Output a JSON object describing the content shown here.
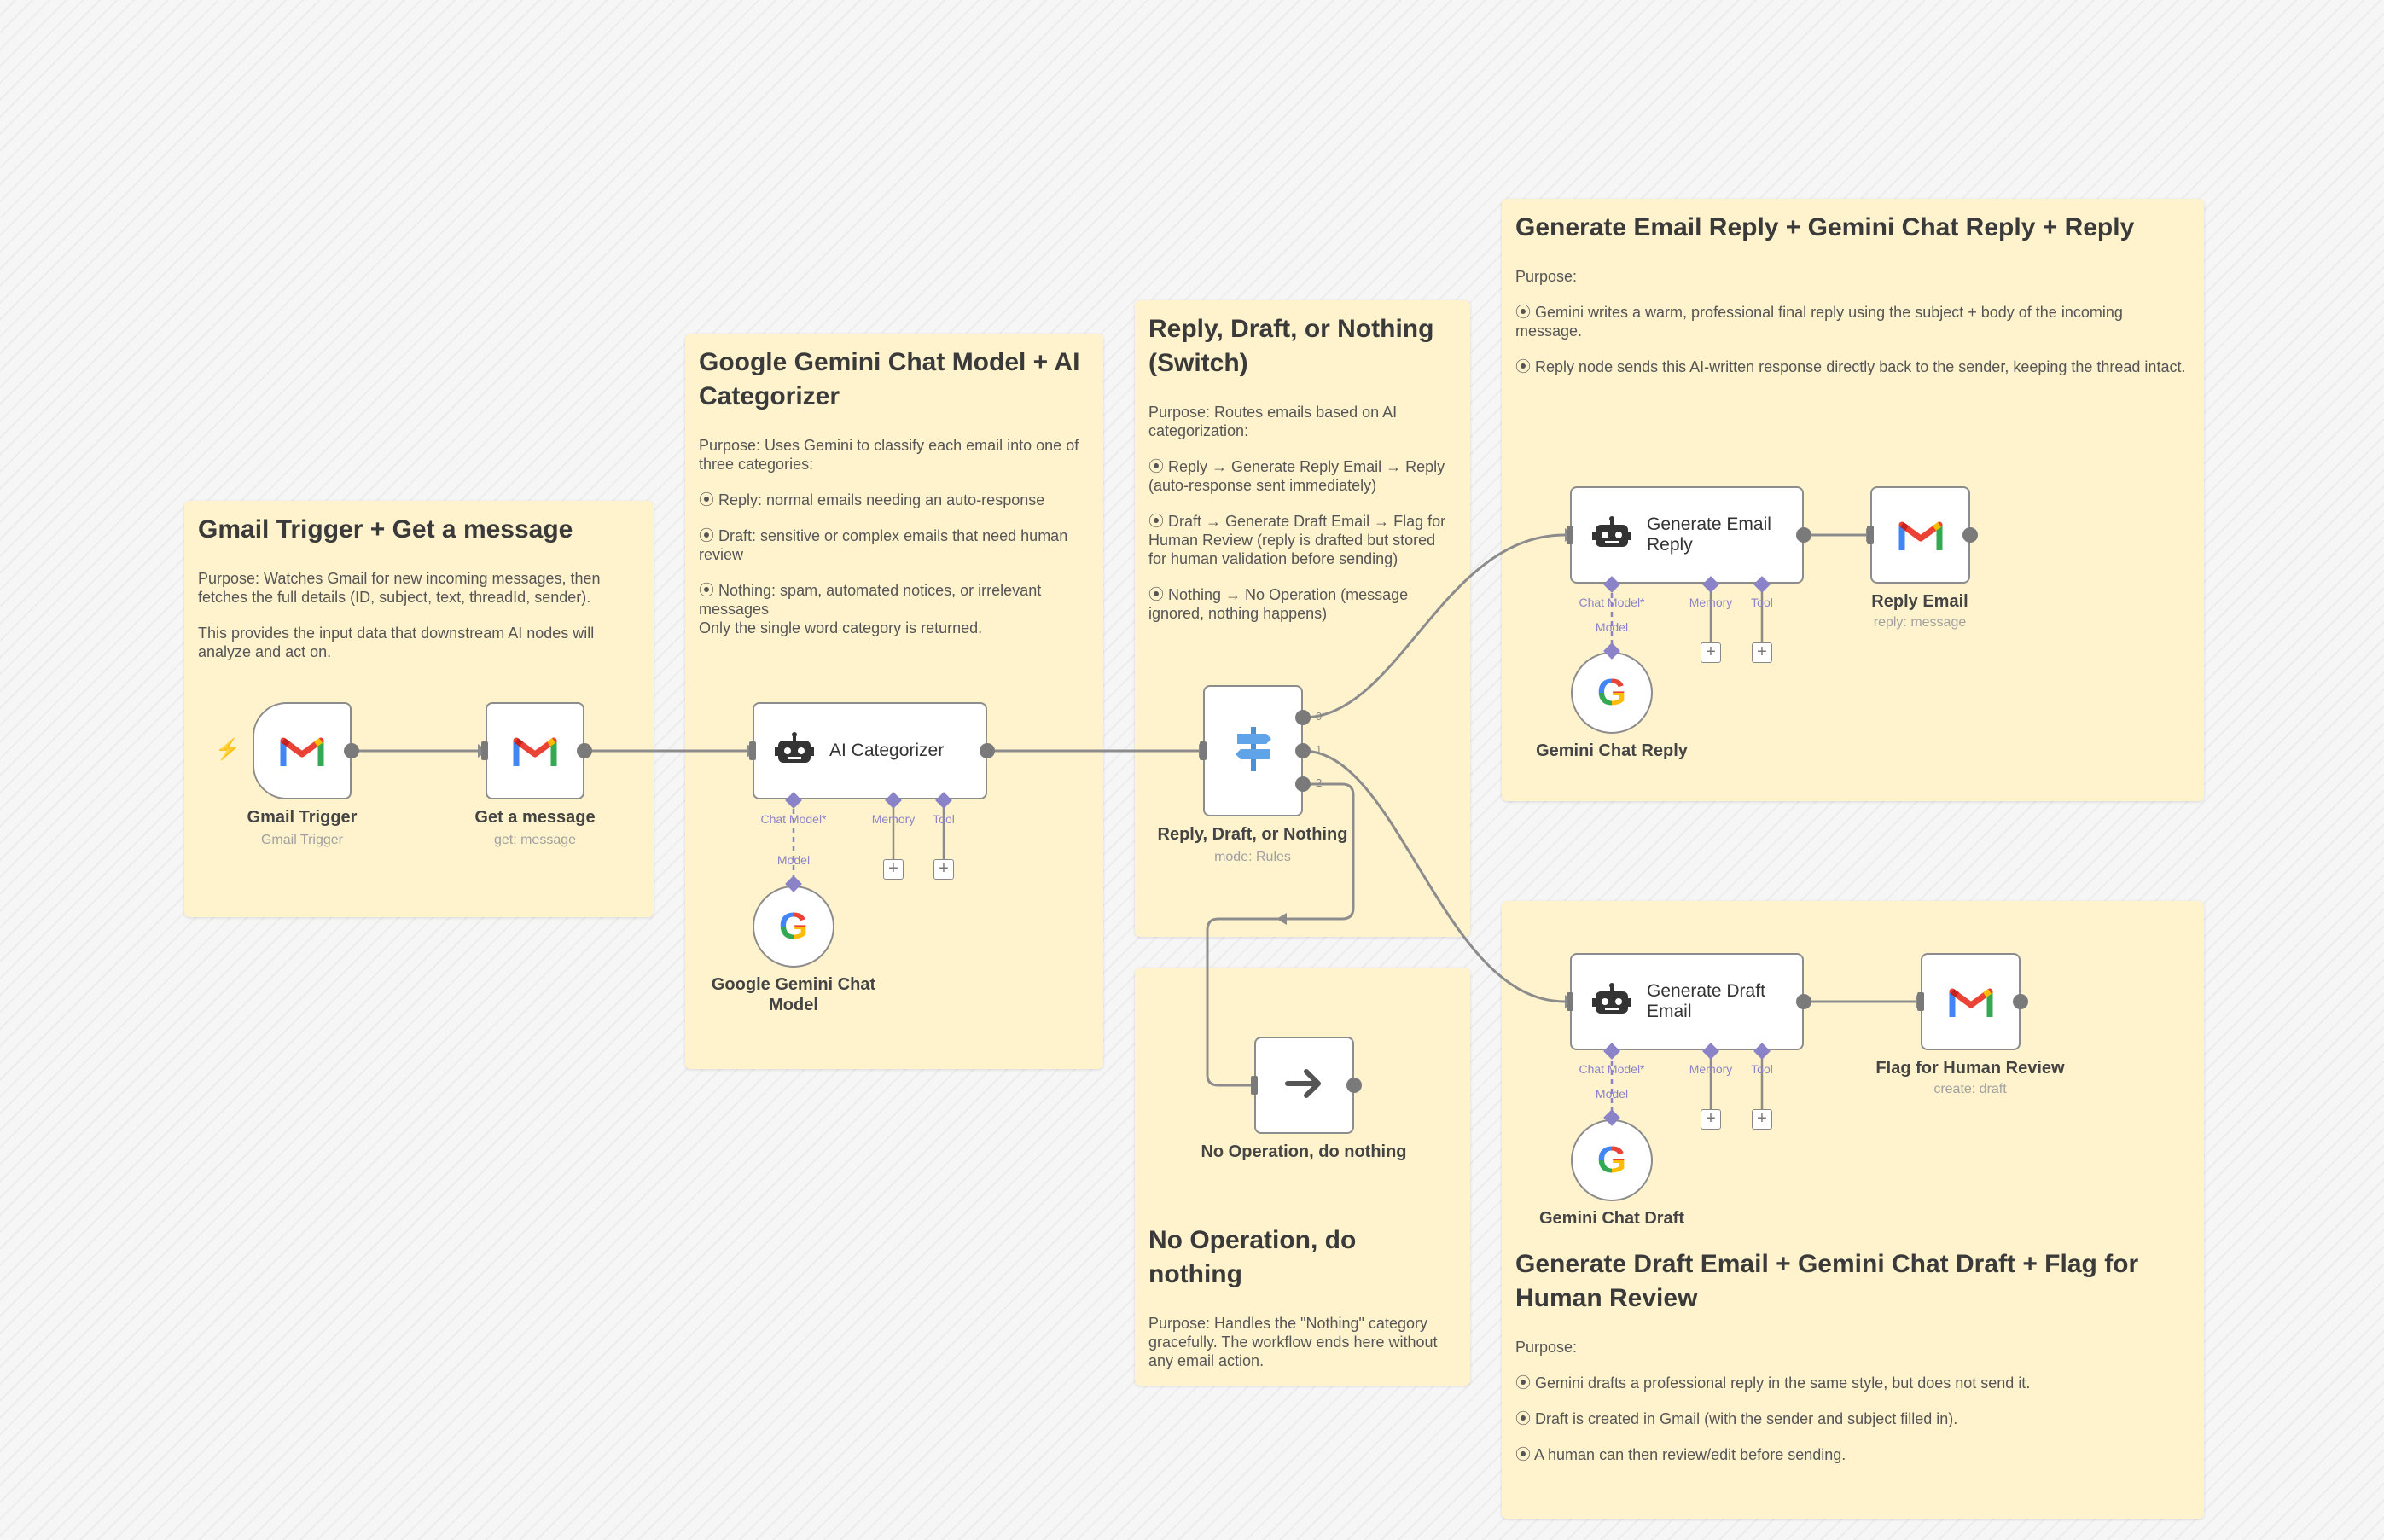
{
  "colors": {
    "sticky": "#fff3cd",
    "wire": "#8c8c8c",
    "ai_port": "#8b83c7",
    "trigger_bolt": "#ff6d5a"
  },
  "stickies": {
    "s1": {
      "title": "Gmail Trigger + Get a message",
      "lines": [
        "Purpose: Watches Gmail for new incoming messages, then fetches the full details (ID, subject, text, threadId, sender).",
        "This provides the input data that downstream AI nodes will analyze and act on."
      ]
    },
    "s2": {
      "title": "Google Gemini Chat Model + AI Categorizer",
      "lines": [
        "Purpose: Uses Gemini to classify each email into one of three categories:",
        "Reply: normal emails needing an auto-response",
        "Draft: sensitive or complex emails that need human review",
        "Nothing: spam, automated notices, or irrelevant messages",
        "Only the single word category is returned."
      ]
    },
    "s3": {
      "title": "Reply, Draft, or Nothing (Switch)",
      "lines": [
        "Purpose: Routes emails based on AI categorization:",
        "Reply → Generate Reply Email → Reply (auto-response sent immediately)",
        "Draft → Generate Draft Email → Flag for Human Review (reply is drafted but stored for human validation before sending)",
        "Nothing → No Operation (message ignored, nothing happens)"
      ]
    },
    "s4": {
      "title": "Generate Email Reply + Gemini Chat Reply + Reply",
      "lines": [
        "Purpose:",
        "Gemini writes a warm, professional final reply using the subject + body of the incoming message.",
        "Reply node sends this AI-written response directly back to the sender, keeping the thread intact."
      ]
    },
    "s5": {
      "title": "No Operation, do nothing",
      "lines": [
        "Purpose: Handles the \"Nothing\" category gracefully. The workflow ends here without any email action."
      ]
    },
    "s6": {
      "title": "Generate Draft Email + Gemini Chat Draft + Flag for Human Review",
      "lines": [
        "Purpose:",
        "Gemini drafts a professional reply in the same style, but does not send it.",
        "Draft is created in Gmail (with the sender and subject filled in).",
        "A human can then review/edit before sending."
      ]
    }
  },
  "nodes": {
    "gmail_trigger": {
      "name": "Gmail Trigger",
      "sub": "Gmail Trigger",
      "icon": "gmail-icon"
    },
    "get_message": {
      "name": "Get a message",
      "sub": "get: message",
      "icon": "gmail-icon"
    },
    "ai_categorizer": {
      "name": "AI Categorizer",
      "icon": "robot-icon"
    },
    "gemini_chat_model": {
      "name": "Google Gemini Chat Model",
      "icon": "google-icon"
    },
    "switch": {
      "name": "Reply, Draft, or Nothing",
      "sub": "mode: Rules",
      "icon": "signpost-icon",
      "outputs": [
        "0",
        "1",
        "2"
      ]
    },
    "gen_reply": {
      "name": "Generate Email Reply",
      "icon": "robot-icon"
    },
    "gemini_reply": {
      "name": "Gemini Chat Reply",
      "icon": "google-icon"
    },
    "reply_email": {
      "name": "Reply Email",
      "sub": "reply: message",
      "icon": "gmail-icon"
    },
    "noop": {
      "name": "No Operation, do nothing",
      "icon": "arrow-right-icon"
    },
    "gen_draft": {
      "name": "Generate Draft Email",
      "icon": "robot-icon"
    },
    "gemini_draft": {
      "name": "Gemini Chat Draft",
      "icon": "google-icon"
    },
    "flag_review": {
      "name": "Flag for Human Review",
      "sub": "create: draft",
      "icon": "gmail-icon"
    }
  },
  "ports": {
    "chat_model": "Chat Model*",
    "memory": "Memory",
    "tool": "Tool",
    "model": "Model"
  },
  "glyphs": {
    "plus": "+",
    "google_g": "G",
    "bolt": "⚡"
  }
}
